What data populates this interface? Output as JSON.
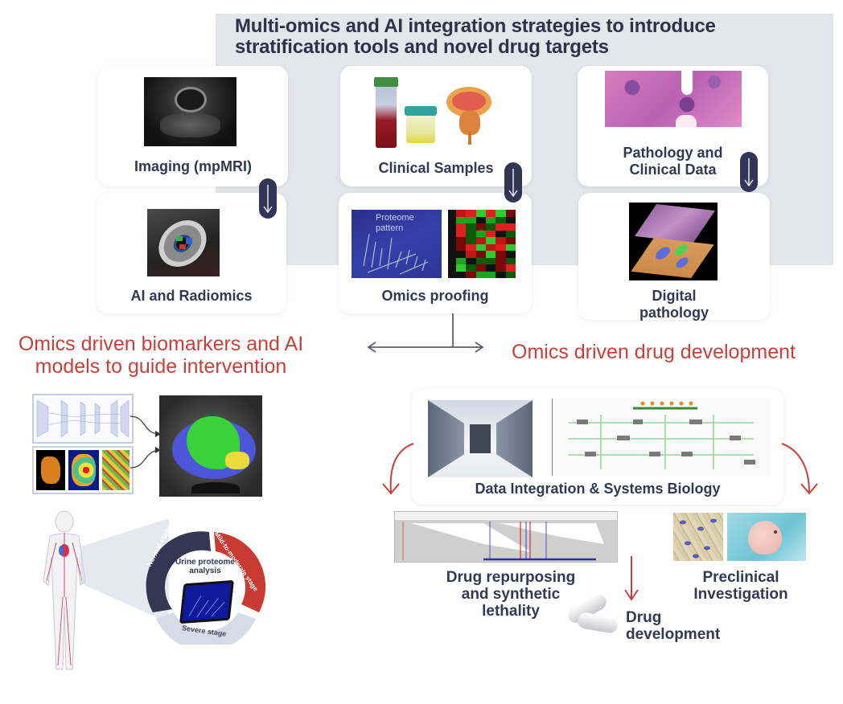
{
  "header": {
    "title_line1": "Multi-omics and AI integration strategies to introduce",
    "title_line2": "stratification tools and novel drug targets"
  },
  "sources": [
    {
      "label": "Imaging (mpMRI)",
      "icon": "mri-scan-image"
    },
    {
      "label": "Clinical Samples",
      "icon": "sample-tubes-image"
    },
    {
      "label_line1": "Pathology and",
      "label_line2": "Clinical Data",
      "icon": "histology-image"
    }
  ],
  "processing": [
    {
      "label": "AI and Radiomics",
      "icon": "radiomics-3d-image"
    },
    {
      "label": "Omics proofing",
      "icon": "proteome-heatmap-image",
      "inset_text_line1": "Proteome",
      "inset_text_line2": "pattern"
    },
    {
      "label_line1": "Digital",
      "label_line2": "pathology",
      "icon": "digital-pathology-layers-image"
    }
  ],
  "branches": {
    "left": {
      "heading_line1": "Omics driven biomarkers and AI",
      "heading_line2": "models to guide intervention"
    },
    "right": {
      "heading": "Omics driven drug development"
    }
  },
  "left_panel": {
    "stages": {
      "normal": "Normal stage",
      "mild": "Mild-to-moderate stage",
      "severe": "Severe stage"
    },
    "center_line1": "Urine proteome",
    "center_line2": "analysis"
  },
  "right_panel": {
    "integration_label": "Data Integration & Systems Biology",
    "repurposing_line1": "Drug repurposing",
    "repurposing_line2": "and synthetic",
    "repurposing_line3": "lethality",
    "preclinical_line1": "Preclinical",
    "preclinical_line2": "Investigation",
    "drug_line1": "Drug",
    "drug_line2": "development"
  },
  "colors": {
    "panel_gray": "#e3e6ea",
    "title_navy": "#2e3249",
    "pill_navy": "#323654",
    "accent_red": "#c6413b"
  }
}
